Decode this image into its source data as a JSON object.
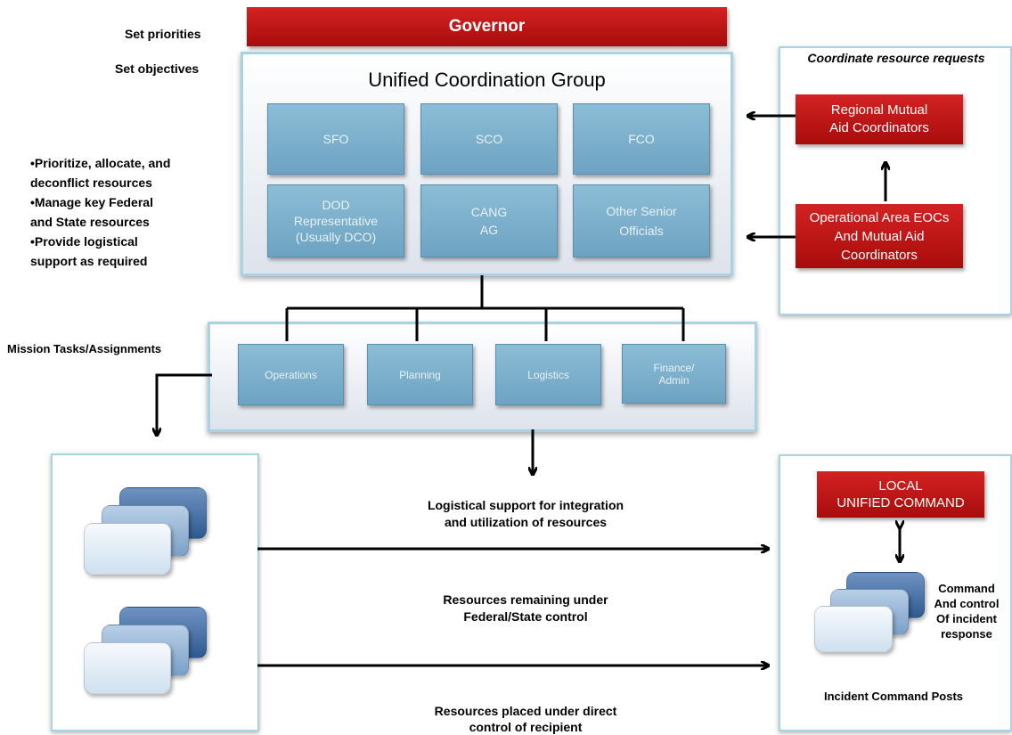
{
  "left_labels": {
    "set_priorities": "Set priorities",
    "set_objectives": "Set objectives",
    "bullets": [
      "•Prioritize, allocate, and",
      "deconflict resources",
      "•Manage key Federal",
      "and State resources",
      "•Provide logistical",
      "support as required"
    ],
    "mission": "Mission Tasks/Assignments"
  },
  "governor": "Governor",
  "ucg": {
    "title": "Unified Coordination Group",
    "cells": [
      [
        "SFO"
      ],
      [
        "SCO"
      ],
      [
        "FCO"
      ],
      [
        "DOD",
        "Representative",
        "(Usually DCO)"
      ],
      [
        "CANG",
        "AG"
      ],
      [
        "Other Senior",
        "Officials"
      ]
    ]
  },
  "right_panel": {
    "title": "Coordinate resource requests",
    "regional": [
      "Regional Mutual",
      "Aid Coordinators"
    ],
    "operational": [
      "Operational Area EOCs",
      "And Mutual Aid",
      "Coordinators"
    ]
  },
  "sections": [
    "Operations",
    "Planning",
    "Logistics",
    "Finance/ Admin"
  ],
  "arrow_labels": {
    "logistical": [
      "Logistical support for integration",
      "and utilization of resources"
    ],
    "remaining": [
      "Resources remaining under",
      "Federal/State control"
    ],
    "placed": [
      "Resources placed under direct",
      "control of recipient"
    ]
  },
  "local": {
    "command": [
      "LOCAL",
      "UNIFIED COMMAND"
    ],
    "side": [
      "Command",
      "And control",
      "Of incident",
      "response"
    ],
    "posts": "Incident Command Posts"
  }
}
